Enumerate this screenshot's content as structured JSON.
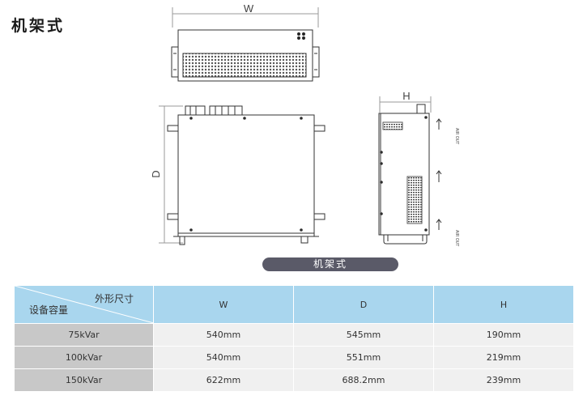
{
  "page": {
    "title": "机架式"
  },
  "drawing": {
    "front_width_label": "W",
    "side_depth_label": "D",
    "right_height_label": "H",
    "airflow_labels": [
      "AIR OUT",
      "AIR OUT"
    ],
    "caption": "机架式"
  },
  "table": {
    "corner_top": "外形尺寸",
    "corner_bottom": "设备容量",
    "columns": [
      "W",
      "D",
      "H"
    ],
    "rows": [
      {
        "capacity": "75kVar",
        "cells": [
          "540mm",
          "545mm",
          "190mm"
        ]
      },
      {
        "capacity": "100kVar",
        "cells": [
          "540mm",
          "551mm",
          "219mm"
        ]
      },
      {
        "capacity": "150kVar",
        "cells": [
          "622mm",
          "688.2mm",
          "239mm"
        ]
      }
    ]
  },
  "colors": {
    "header_bg": "#a9d6ee",
    "first_col_bg": "#c8c8c8",
    "cell_bg": "#f0f0f0",
    "caption_bg": "#5a5a68"
  }
}
